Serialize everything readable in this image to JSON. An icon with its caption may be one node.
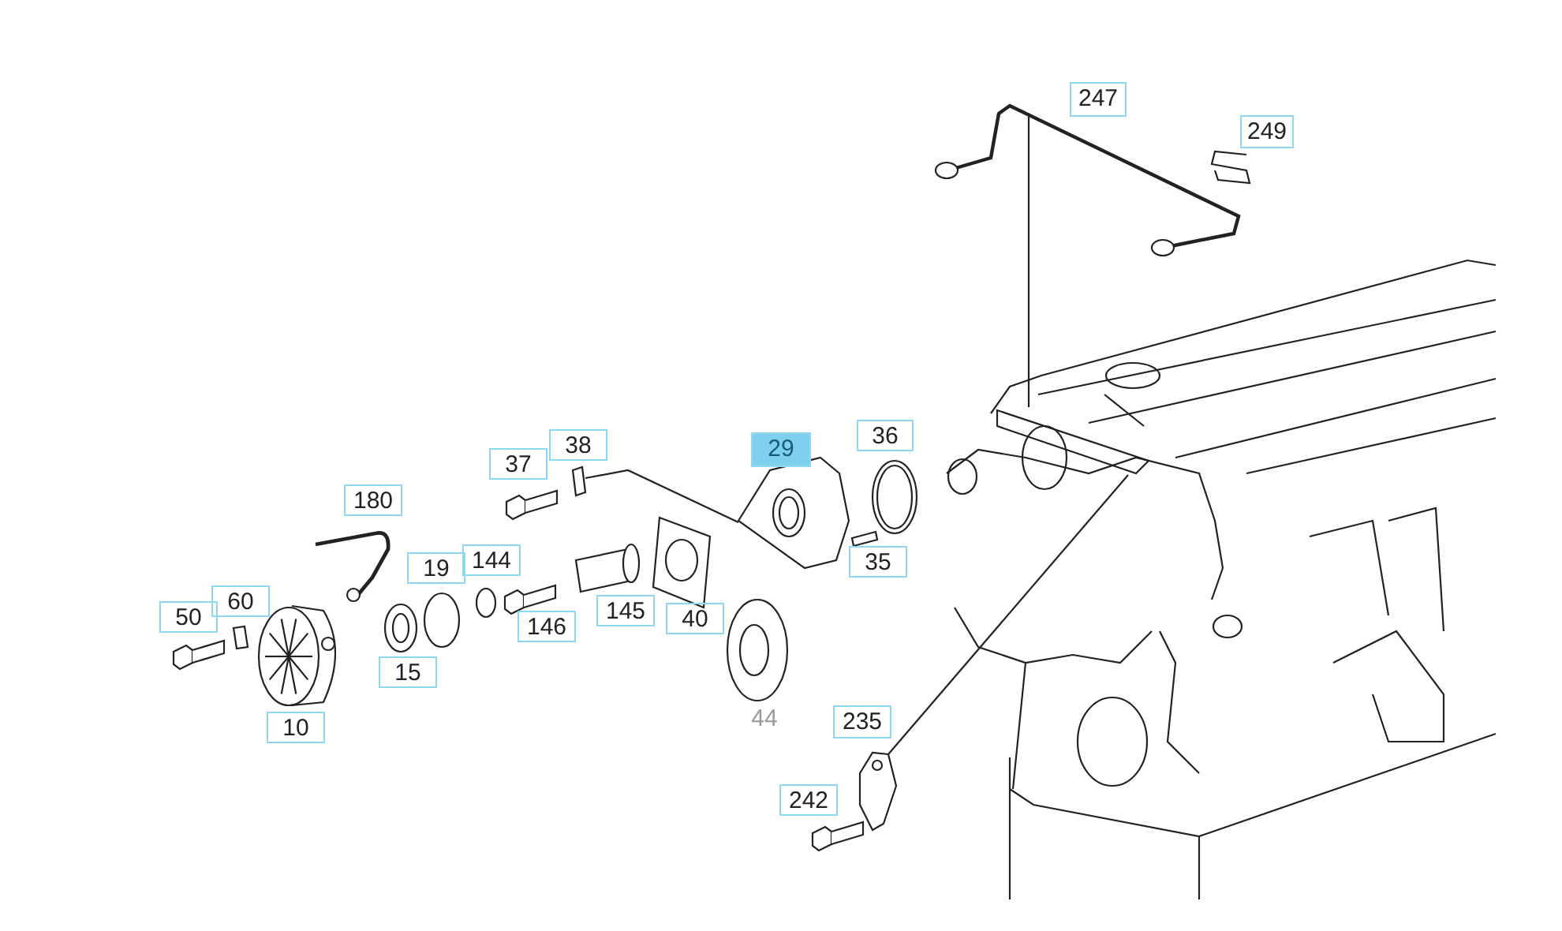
{
  "diagram": {
    "nodes": [
      {
        "text": [],
        "shape": "picture"
      },
      {
        "text": [],
        "shape": "picture"
      },
      {
        "text": [],
        "shape": "picture"
      },
      {
        "text": [],
        "shape": "picture"
      },
      {
        "text": [],
        "shape": "picture"
      }
    ],
    "edges": [
      {
        "from": 1,
        "to": 2,
        "arrow": "none"
      },
      {
        "from": 0,
        "to": 3,
        "arrow": "none"
      },
      {
        "from": 4,
        "to": 3,
        "arrow": "none"
      }
    ],
    "labels": [
      "247",
      "249",
      "29",
      "36",
      "38",
      "37",
      "180",
      "35",
      "19",
      "144",
      "60",
      "50",
      "146",
      "145",
      "40",
      "15",
      "10",
      "44",
      "235",
      "242"
    ]
  }
}
